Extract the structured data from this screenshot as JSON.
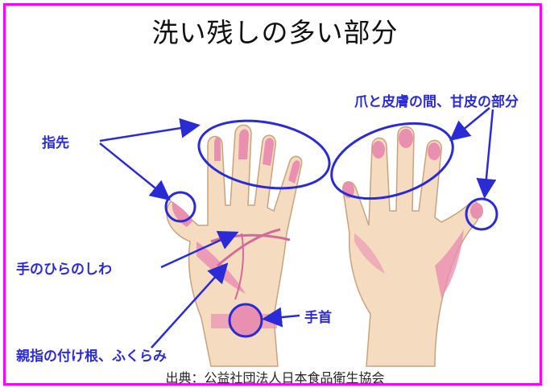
{
  "title": "洗い残しの多い部分",
  "labels": {
    "fingertips": "指先",
    "palm_creases": "手のひらのしわ",
    "thumb_base": "親指の付け根、ふくらみ",
    "wrist": "手首",
    "nails_cuticles": "爪と皮膚の間、甘皮の部分"
  },
  "credit": "出典：公益社団法人日本食品衛生協会",
  "colors": {
    "border": "#ff00ff",
    "annotation": "#2b2bd6",
    "skin": "#f5dcc0",
    "highlight": "#e98fb0"
  }
}
